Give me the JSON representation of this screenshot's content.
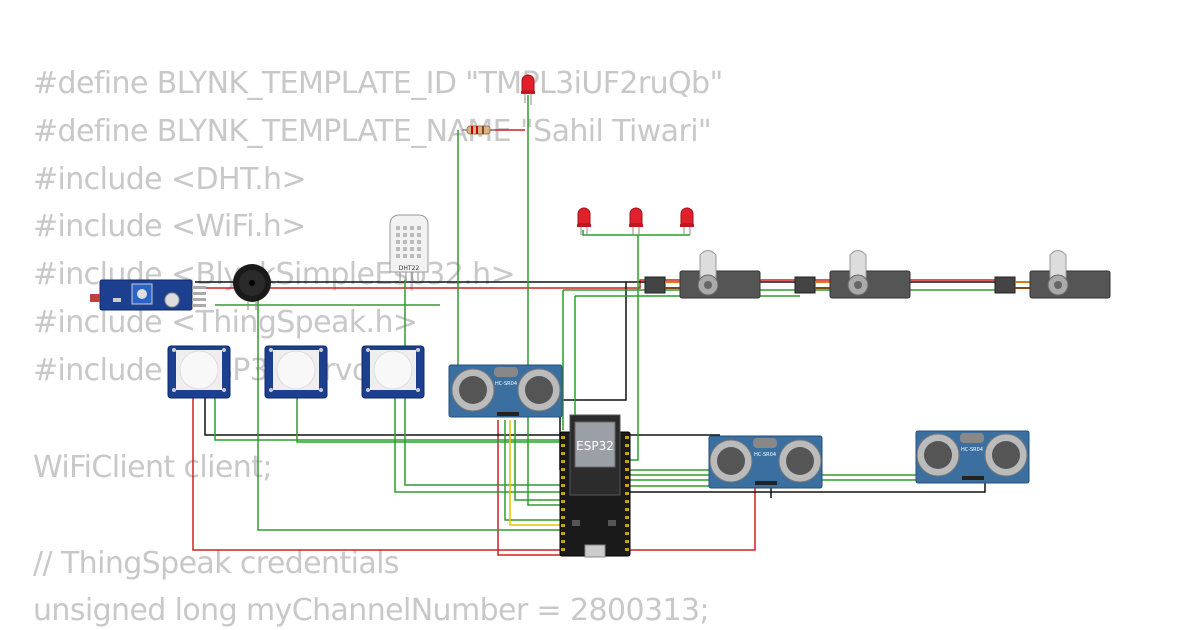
{
  "code_lines": [
    "#define BLYNK_TEMPLATE_ID \"TMPL3iUF2ruQb\"",
    "#define BLYNK_TEMPLATE_NAME \"Sahil Tiwari\"",
    "#include <DHT.h>",
    "#include <WiFi.h>",
    "#include <BlynkSimpleEsp32.h>",
    "#include <ThingSpeak.h>",
    "#include <ESP32Servo.h>",
    "",
    "WiFiClient client;",
    "",
    "// ThingSpeak credentials",
    "unsigned long myChannelNumber = 2800313;"
  ],
  "components": {
    "dht_label": "DHT22",
    "mcu_label": "ESP32",
    "ultrasonic_label": "HC-SR04"
  },
  "colors": {
    "wire_green": "#2e9e2e",
    "wire_red": "#d02020",
    "wire_black": "#111111",
    "wire_yellow": "#e6c200",
    "board_blue": "#3a6fa0",
    "led_red": "#e0202a"
  }
}
